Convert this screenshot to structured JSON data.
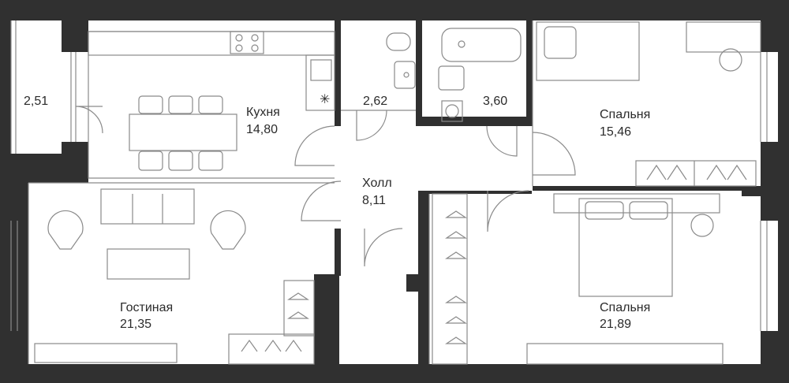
{
  "rooms": {
    "balcony": {
      "area": "2,51"
    },
    "kitchen": {
      "name": "Кухня",
      "area": "14,80"
    },
    "bath1": {
      "area": "2,62"
    },
    "bath2": {
      "area": "3,60"
    },
    "bedroom1": {
      "name": "Спальня",
      "area": "15,46"
    },
    "hall": {
      "name": "Холл",
      "area": "8,11"
    },
    "living": {
      "name": "Гостиная",
      "area": "21,35"
    },
    "bedroom2": {
      "name": "Спальня",
      "area": "21,89"
    }
  },
  "colors": {
    "wall": "#303030",
    "furniture": "#8a8a8a",
    "text": "#2b2b2b",
    "background": "#ffffff"
  }
}
